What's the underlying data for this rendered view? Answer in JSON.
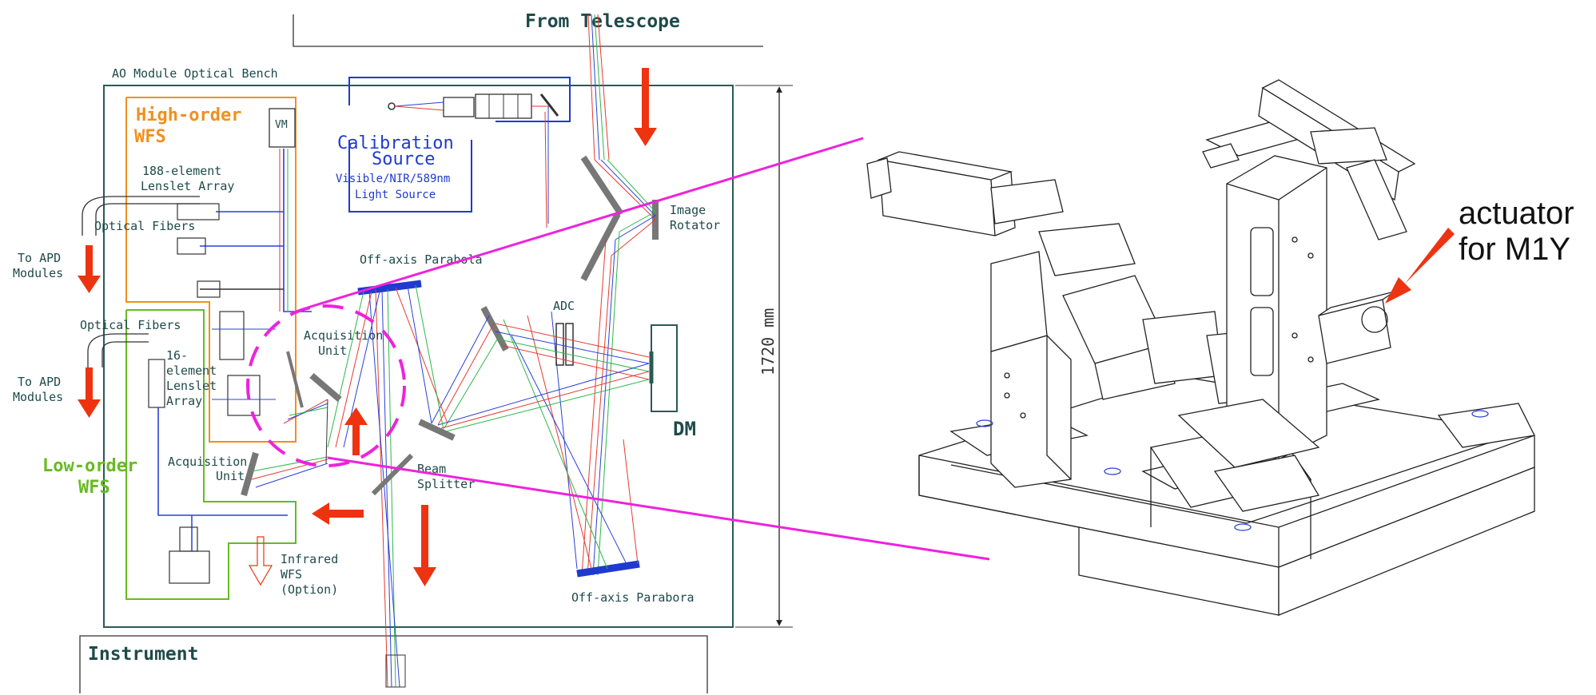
{
  "colors": {
    "bench": "#2a5a55",
    "high_order": "#f0901e",
    "low_order": "#66bb22",
    "calibration": "#1f3ad0",
    "arrow_red": "#ee3311",
    "magenta": "#ee22dd",
    "beam_red": "#e63a30",
    "beam_green": "#2cb84a",
    "beam_blue": "#2a40d8"
  },
  "labels": {
    "from_telescope": "From Telescope",
    "bench": "AO Module Optical Bench",
    "high_order_1": "High-order",
    "high_order_2": "WFS",
    "vm": "VM",
    "lenslet188_1": "188-element",
    "lenslet188_2": "Lenslet Array",
    "optical_fibers_top": "Optical Fibers",
    "to_apd_top_1": "To APD",
    "to_apd_top_2": "Modules",
    "optical_fibers_bottom": "Optical Fibers",
    "lenslet16_1": "16-",
    "lenslet16_2": "element",
    "lenslet16_3": "Lenslet",
    "lenslet16_4": "Array",
    "to_apd_bottom_1": "To APD",
    "to_apd_bottom_2": "Modules",
    "low_order_1": "Low-order",
    "low_order_2": "WFS",
    "acq_unit_left_1": "Acquisition",
    "acq_unit_left_2": "Unit",
    "acq_unit_right_1": "Acquisition",
    "acq_unit_right_2": "Unit",
    "calib_1": "Calibration",
    "calib_2": "Source",
    "calib_3": "Visible/NIR/589nm",
    "calib_4": "Light Source",
    "image_rotator_1": "Image",
    "image_rotator_2": "Rotator",
    "oap_top": "Off-axis Parabola",
    "adc": "ADC",
    "dm": "DM",
    "beam_splitter_1": "Beam",
    "beam_splitter_2": "Splitter",
    "infrared_1": "Infrared",
    "infrared_2": "WFS",
    "infrared_3": "(Option)",
    "oap_bottom": "Off-axis Parabora",
    "instrument": "Instrument",
    "dimension": "1720 mm",
    "actuator_1": "actuator",
    "actuator_2": "for M1Y"
  }
}
